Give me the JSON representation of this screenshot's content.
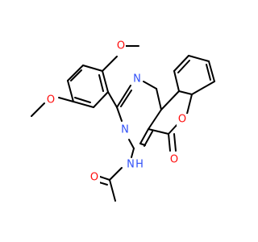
{
  "structure": {
    "atom_colors": {
      "O": "#ff0d0d",
      "N": "#3050f8",
      "H": "#3050f8",
      "bond": "#000000"
    },
    "labels": {
      "o_top": "O",
      "o_left": "O",
      "n_ring_top": "N",
      "n_ring_bottom": "N",
      "o_ring": "O",
      "o_carbonyl": "O",
      "o_amide": "O",
      "n_amide": "N",
      "h_amide": "H"
    }
  }
}
